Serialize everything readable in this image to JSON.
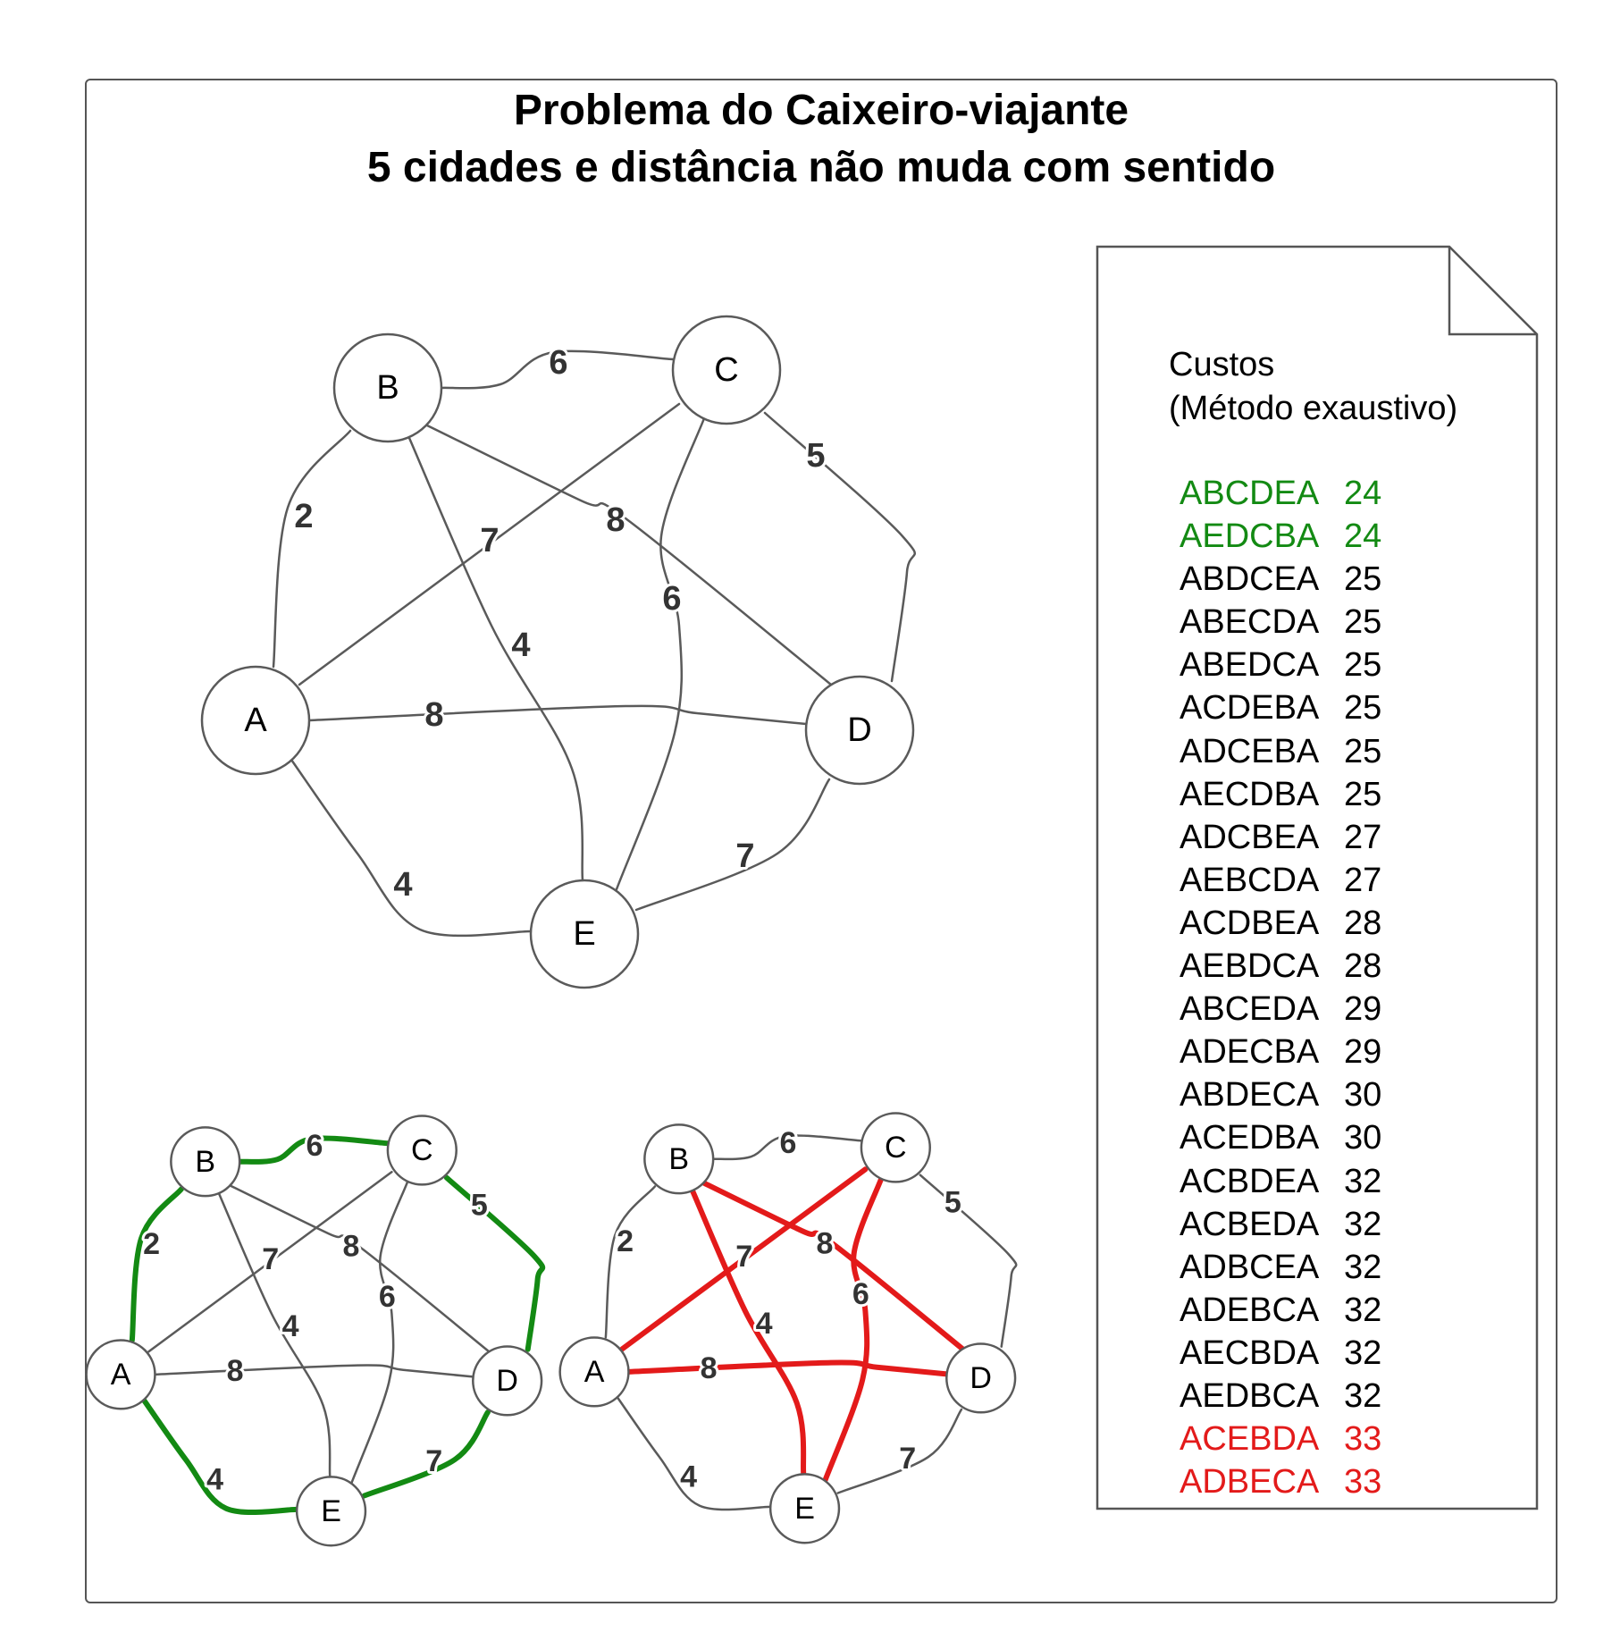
{
  "title": {
    "line1": "Problema do Caixeiro-viajante",
    "line2": "5 cidades e distância não muda com sentido"
  },
  "nodes": [
    "A",
    "B",
    "C",
    "D",
    "E"
  ],
  "edges": [
    {
      "from": "A",
      "to": "B",
      "weight": "2"
    },
    {
      "from": "B",
      "to": "C",
      "weight": "6"
    },
    {
      "from": "C",
      "to": "D",
      "weight": "5"
    },
    {
      "from": "D",
      "to": "E",
      "weight": "7"
    },
    {
      "from": "E",
      "to": "A",
      "weight": "4"
    },
    {
      "from": "A",
      "to": "C",
      "weight": "7"
    },
    {
      "from": "A",
      "to": "D",
      "weight": "8"
    },
    {
      "from": "B",
      "to": "D",
      "weight": "8"
    },
    {
      "from": "B",
      "to": "E",
      "weight": "4"
    },
    {
      "from": "C",
      "to": "E",
      "weight": "6"
    }
  ],
  "highlights": {
    "best": {
      "color": "#138a13",
      "edges": [
        "AB",
        "BC",
        "CD",
        "DE",
        "EA"
      ]
    },
    "worst": {
      "color": "#e31a1a",
      "edges": [
        "AC",
        "CE",
        "EB",
        "BD",
        "DA"
      ]
    }
  },
  "note": {
    "heading": "Custos",
    "subheading": "(Método exaustivo)"
  },
  "costs": [
    {
      "route": "ABCDEA",
      "cost": "24",
      "color": "#138a13"
    },
    {
      "route": "AEDCBA",
      "cost": "24",
      "color": "#138a13"
    },
    {
      "route": "ABDCEA",
      "cost": "25",
      "color": "#000000"
    },
    {
      "route": "ABECDA",
      "cost": "25",
      "color": "#000000"
    },
    {
      "route": "ABEDCA",
      "cost": "25",
      "color": "#000000"
    },
    {
      "route": "ACDEBA",
      "cost": "25",
      "color": "#000000"
    },
    {
      "route": "ADCEBA",
      "cost": "25",
      "color": "#000000"
    },
    {
      "route": "AECDBA",
      "cost": "25",
      "color": "#000000"
    },
    {
      "route": "ADCBEA",
      "cost": "27",
      "color": "#000000"
    },
    {
      "route": "AEBCDA",
      "cost": "27",
      "color": "#000000"
    },
    {
      "route": "ACDBEA",
      "cost": "28",
      "color": "#000000"
    },
    {
      "route": "AEBDCA",
      "cost": "28",
      "color": "#000000"
    },
    {
      "route": "ABCEDA",
      "cost": "29",
      "color": "#000000"
    },
    {
      "route": "ADECBA",
      "cost": "29",
      "color": "#000000"
    },
    {
      "route": "ABDECA",
      "cost": "30",
      "color": "#000000"
    },
    {
      "route": "ACEDBA",
      "cost": "30",
      "color": "#000000"
    },
    {
      "route": "ACBDEA",
      "cost": "32",
      "color": "#000000"
    },
    {
      "route": "ACBEDA",
      "cost": "32",
      "color": "#000000"
    },
    {
      "route": "ADBCEA",
      "cost": "32",
      "color": "#000000"
    },
    {
      "route": "ADEBCA",
      "cost": "32",
      "color": "#000000"
    },
    {
      "route": "AECBDA",
      "cost": "32",
      "color": "#000000"
    },
    {
      "route": "AEDBCA",
      "cost": "32",
      "color": "#000000"
    },
    {
      "route": "ACEBDA",
      "cost": "33",
      "color": "#e31a1a"
    },
    {
      "route": "ADBECA",
      "cost": "33",
      "color": "#e31a1a"
    }
  ]
}
